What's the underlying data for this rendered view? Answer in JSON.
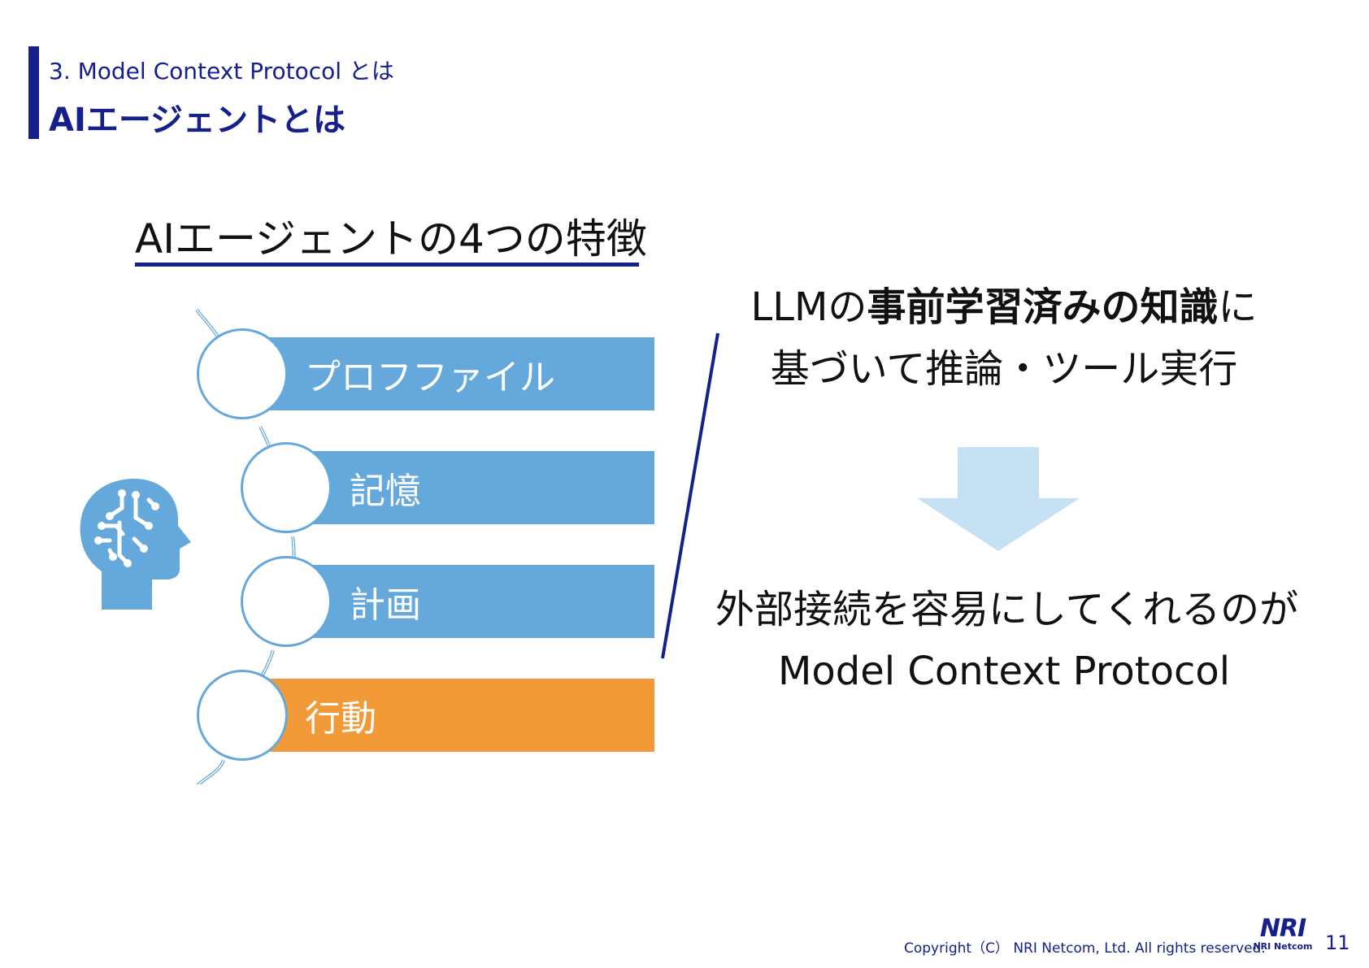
{
  "header": {
    "section_label": "3. Model Context Protocol とは",
    "title": "AIエージェントとは"
  },
  "features": {
    "heading": "AIエージェントの4つの特徴",
    "items": [
      {
        "label": "プロフファイル",
        "color": "#65a9dc"
      },
      {
        "label": "記憶",
        "color": "#65a9dc"
      },
      {
        "label": "計画",
        "color": "#65a9dc"
      },
      {
        "label": "行動",
        "color": "#f39a38"
      }
    ]
  },
  "statement": {
    "line1_prefix": "LLMの",
    "line1_bold": "事前学習済みの知識",
    "line1_suffix": "に",
    "line2": "基づいて推論・ツール実行",
    "line3": "外部接続を容易にしてくれるのが",
    "line4": "Model Context Protocol"
  },
  "footer": {
    "copyright": "Copyright（C） NRI Netcom, Ltd. All rights reserved.",
    "logo_mark": "NRI",
    "logo_text": "NRI Netcom",
    "page_number": "11"
  },
  "colors": {
    "brand": "#16208a",
    "bar_blue": "#65a9dc",
    "bar_orange": "#f39a38",
    "arrow": "#c6e0f4"
  },
  "icons": {
    "head": "ai-head-circuit-icon",
    "arrow": "down-arrow-icon"
  }
}
